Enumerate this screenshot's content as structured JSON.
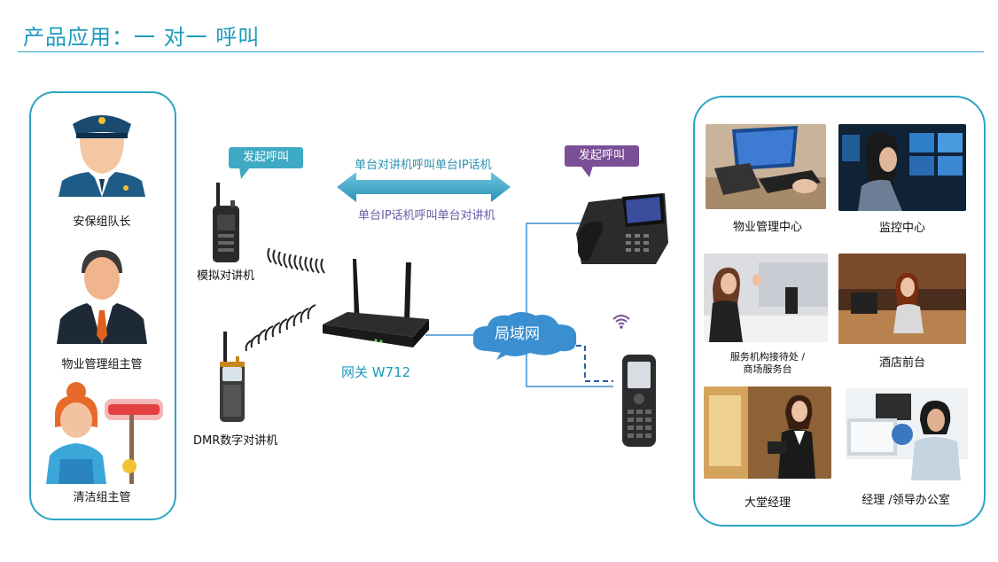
{
  "header": {
    "title": "产品应用：一 对一 呼叫"
  },
  "left_roles": [
    {
      "label": "安保组队长"
    },
    {
      "label": "物业管理组主管"
    },
    {
      "label": "清洁组主管"
    }
  ],
  "devices": {
    "analog_radio": "模拟对讲机",
    "dmr_radio": "DMR数字对讲机",
    "gateway": "网关 W712",
    "lan": "局域网"
  },
  "bubbles": {
    "left": "发起呼叫",
    "right": "发起呼叫"
  },
  "arrow": {
    "top_text": "单台对讲机呼叫单台IP话机",
    "bottom_text": "单台IP话机呼叫单台对讲机"
  },
  "right_places": [
    {
      "label": "物业管理中心"
    },
    {
      "label": "监控中心"
    },
    {
      "label_line1": "服务机构接待处 /",
      "label_line2": "商场服务台"
    },
    {
      "label": "酒店前台"
    },
    {
      "label": "大堂经理"
    },
    {
      "label": "经理 /领导办公室"
    }
  ],
  "colors": {
    "accent": "#2aa5c4",
    "purple": "#7a4f96",
    "lan": "#3a8fd0"
  }
}
